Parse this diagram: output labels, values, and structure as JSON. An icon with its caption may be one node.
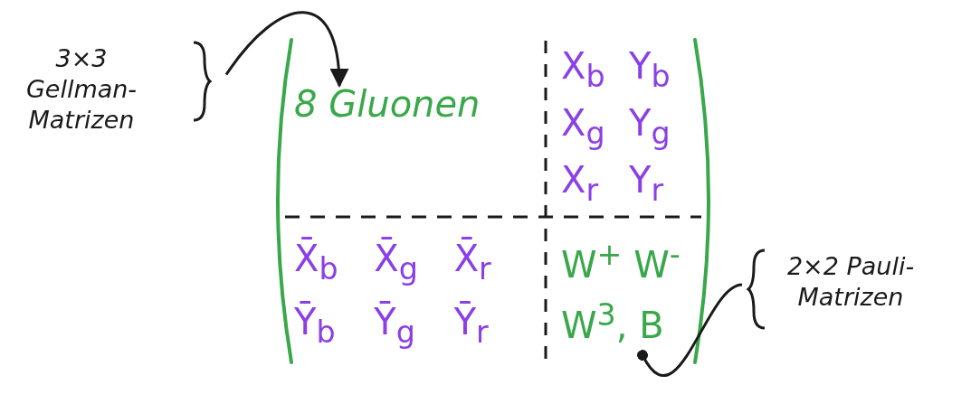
{
  "diagram": {
    "nodes": [
      {
        "text": [
          "3×3 Gellman-Matrizen"
        ]
      },
      {
        "text": [],
        "shape": "bracket"
      },
      {
        "text": [
          "8 Gluonen"
        ],
        "in": 1
      },
      {
        "text": [
          "X$_{b}$",
          "Y$_{b}$",
          "X$_{g}$",
          "Y$_{g}$",
          "X$_{r}$",
          "Y$_{r}$"
        ],
        "in": 1
      },
      {
        "text": [
          "X̄$_{b}$",
          "X̄$_{g}$",
          "X̄$_{r}$",
          "Ȳ$_{b}$",
          "Ȳ$_{g}$",
          "Ȳ$_{r}$"
        ],
        "in": 1
      },
      {
        "text": [
          "W$^{+}$ W$^{-}$",
          "W$^{3}$, B"
        ],
        "in": 1
      },
      {
        "text": [
          "2×2 Pauli-Matrizen"
        ]
      }
    ],
    "edges": [
      {
        "from": 0,
        "to": 2,
        "arrow": "to"
      },
      {
        "from": 6,
        "to": 5,
        "arrow": "other"
      }
    ]
  }
}
